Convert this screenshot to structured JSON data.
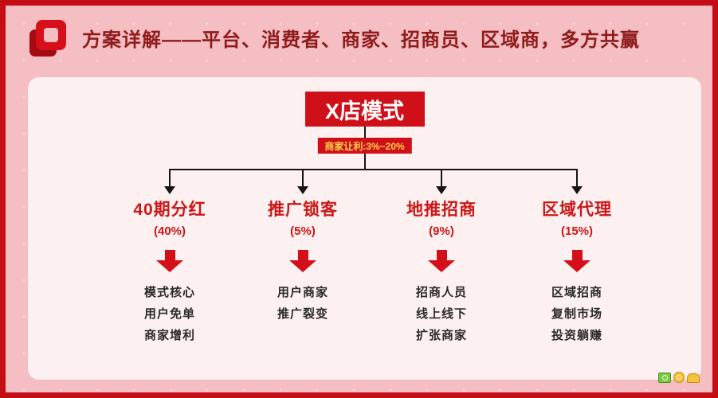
{
  "colors": {
    "accent_red": "#cf1019",
    "title_maroon": "#8f1b1b",
    "background_pink": "#f4bec3",
    "panel_pink": "#fdf0f1",
    "note_yellow": "#ffd24a",
    "connector_black": "#151515"
  },
  "header": {
    "title": "方案详解——平台、消费者、商家、招商员、区域商，多方共赢"
  },
  "diagram": {
    "root": "X店模式",
    "root_note": "商家让利:3%~20%",
    "branches": [
      {
        "title": "40期分红",
        "percent": "(40%)",
        "items": [
          "模式核心",
          "用户免单",
          "商家增利"
        ]
      },
      {
        "title": "推广锁客",
        "percent": "(5%)",
        "items": [
          "用户商家",
          "推广裂变"
        ]
      },
      {
        "title": "地推招商",
        "percent": "(9%)",
        "items": [
          "招商人员",
          "线上线下",
          "扩张商家"
        ]
      },
      {
        "title": "区域代理",
        "percent": "(15%)",
        "items": [
          "区域招商",
          "复制市场",
          "投资躺赚"
        ]
      }
    ]
  },
  "footer": {
    "watermark_icons": [
      "money-stack-icon",
      "coin-icon",
      "ingot-icon"
    ]
  }
}
